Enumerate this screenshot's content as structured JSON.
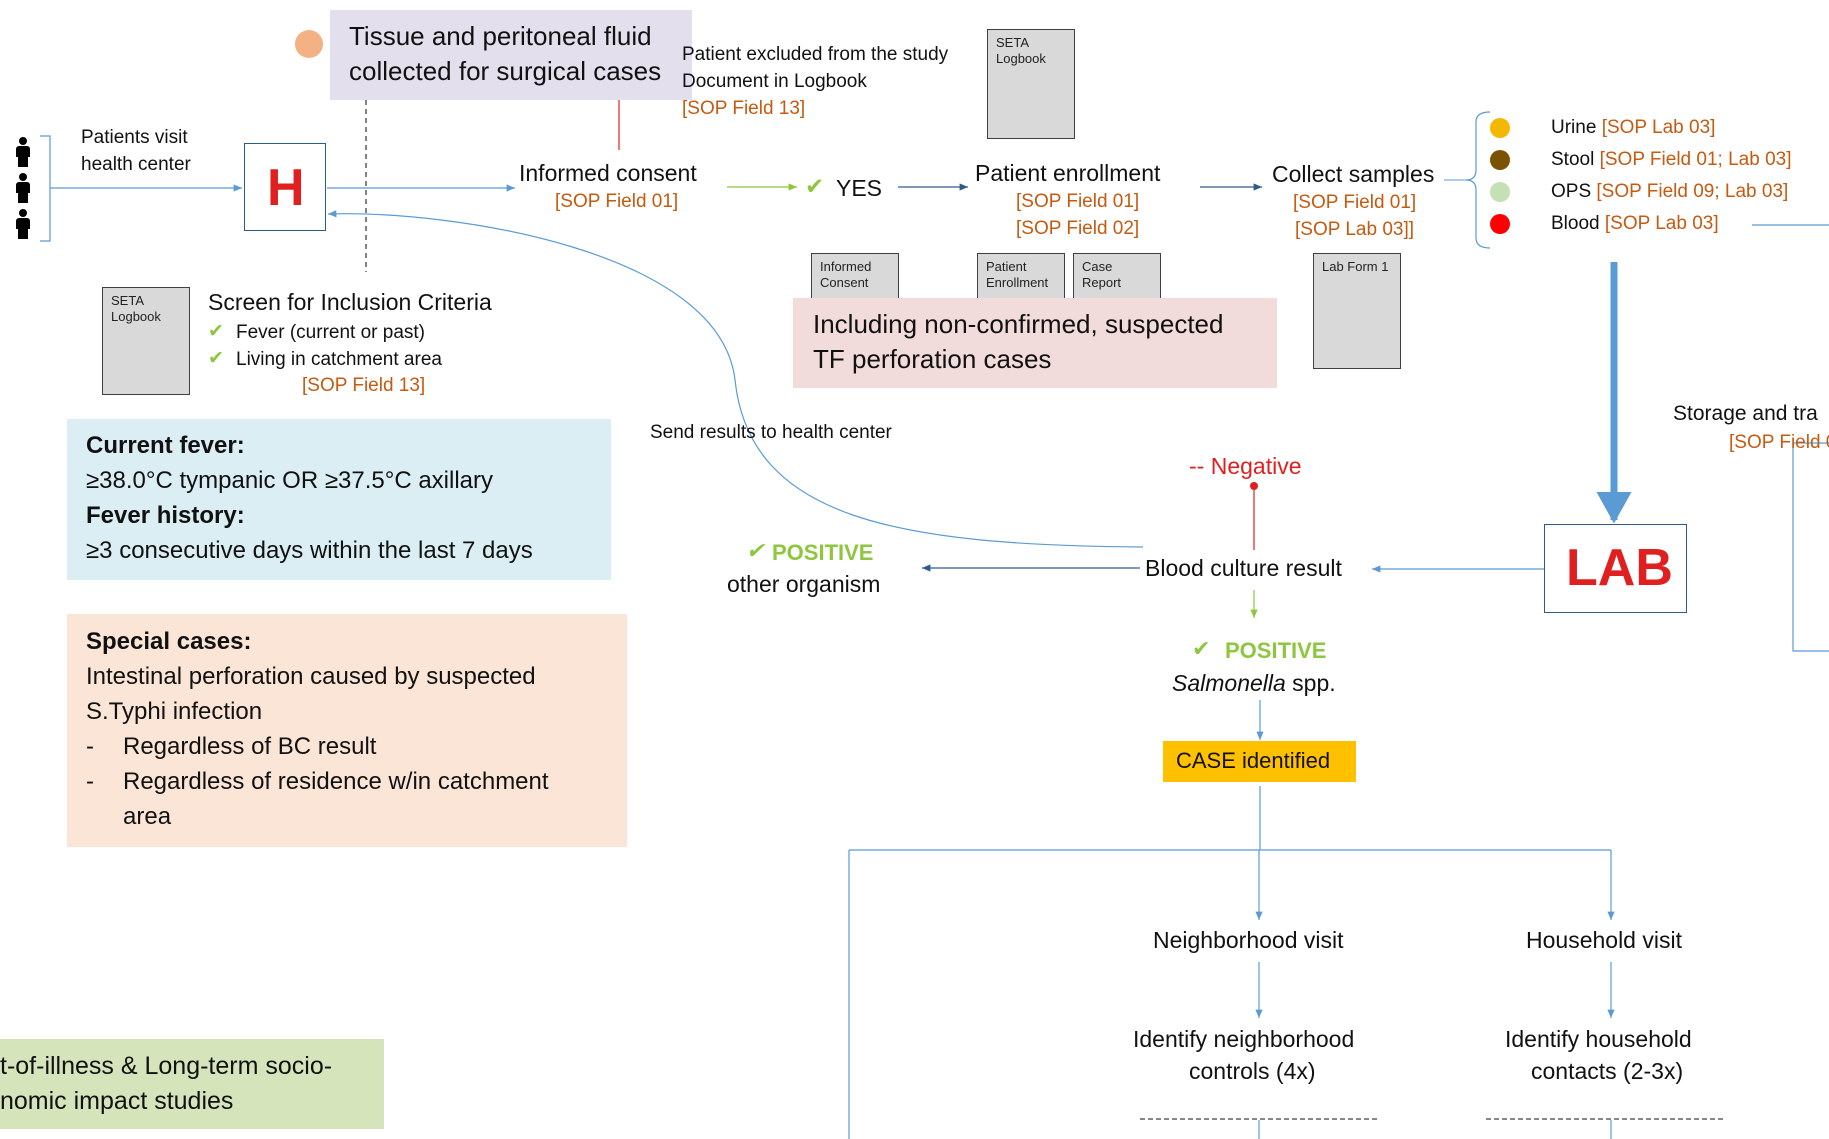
{
  "tissue_note": {
    "text": "Tissue and peritoneal fluid collected for surgical cases",
    "line1": "Tissue and peritoneal fluid",
    "line2": "collected for surgical cases"
  },
  "excluded": {
    "line1": "Patient excluded from the study",
    "line2": "Document in Logbook",
    "sop": "[SOP Field 13]"
  },
  "seta_logbook_doc": {
    "line1": "SETA",
    "line2": "Logbook"
  },
  "patients_visit": {
    "line1": "Patients visit",
    "line2": "health center"
  },
  "health_center_label": "H",
  "informed_consent": {
    "label": "Informed consent",
    "sop": "[SOP Field 01]"
  },
  "yes_label": "YES",
  "check_mark": "✔",
  "patient_enrollment": {
    "label": "Patient enrollment",
    "sop1": "[SOP Field 01]",
    "sop2": "[SOP Field 02]"
  },
  "collect_samples": {
    "label": "Collect samples",
    "sop1": "[SOP Field 01]",
    "sop2": "[SOP Lab 03]]"
  },
  "samples": [
    {
      "name": "Urine",
      "sop": "[SOP Lab 03]",
      "color": "#f5b800"
    },
    {
      "name": "Stool",
      "sop": "[SOP Field 01; Lab 03]",
      "color": "#7a5200"
    },
    {
      "name": "OPS",
      "sop": "[SOP Field 09; Lab 03]",
      "color": "#c5e0b4"
    },
    {
      "name": "Blood",
      "sop": "[SOP Lab 03]",
      "color": "#ff0000"
    }
  ],
  "docs": {
    "informed_consent": {
      "line1": "Informed",
      "line2": "Consent"
    },
    "patient_enrollment": {
      "line1": "Patient",
      "line2": "Enrollment"
    },
    "case_report": {
      "line1": "Case",
      "line2": "Report"
    },
    "lab_form": {
      "line1": "Lab Form 1"
    }
  },
  "non_confirmed_note": {
    "line1": "Including non-confirmed, suspected",
    "line2": "TF perforation cases"
  },
  "screen": {
    "title": "Screen for Inclusion Criteria",
    "item1": "Fever (current or past)",
    "item2": "Living in catchment area",
    "sop": "[SOP Field 13]"
  },
  "current_fever": {
    "title": "Current fever:",
    "text": "≥38.0°C tympanic OR ≥37.5°C axillary",
    "history_title": "Fever history:",
    "history_text": "≥3 consecutive days within the last 7 days"
  },
  "special_cases": {
    "title": "Special cases:",
    "line1": "Intestinal perforation caused by suspected",
    "line2": "S.Typhi infection",
    "bullet1": "Regardless of BC result",
    "bullet2a": "Regardless of residence w/in catchment",
    "bullet2b": "area",
    "dash": "-"
  },
  "send_results": "Send results to health center",
  "storage": {
    "label": "Storage and tra",
    "sop": "[SOP Field 0"
  },
  "negative": "-- Negative",
  "positive_other": {
    "label": "POSITIVE",
    "sub": "other organism"
  },
  "blood_culture": "Blood culture result",
  "lab_label": "LAB",
  "positive_salmonella": {
    "label": "POSITIVE",
    "genus": "Salmonella",
    "suffix": " spp."
  },
  "case_identified": "CASE identified",
  "neighborhood_visit": "Neighborhood visit",
  "household_visit": "Household visit",
  "neighborhood_controls": {
    "line1": "Identify neighborhood",
    "line2": "controls (4x)"
  },
  "household_contacts": {
    "line1": "Identify household",
    "line2": "contacts (2-3x)"
  },
  "cost_note": {
    "line1": "t-of-illness & Long-term socio-",
    "line2": "nomic impact studies"
  },
  "colors": {
    "sop_orange": "#c55a11",
    "green": "#8ec63f",
    "red": "#e02020",
    "arrow_blue": "#5b9bd5",
    "case_yellow": "#ffc000"
  }
}
